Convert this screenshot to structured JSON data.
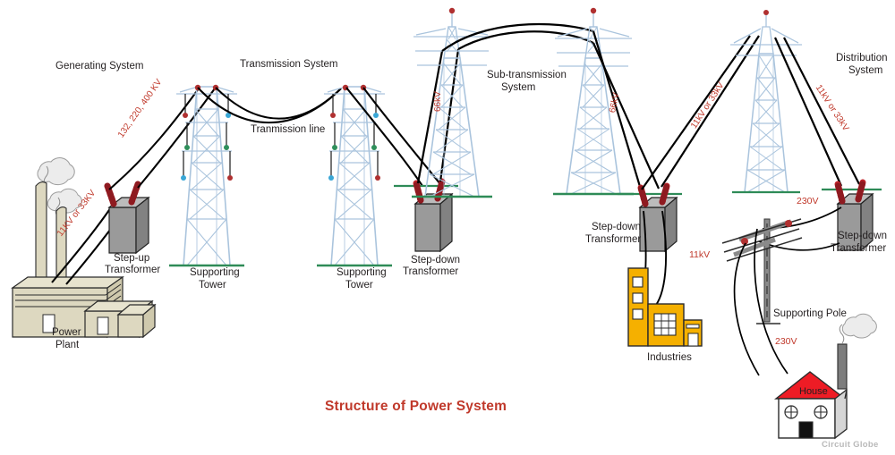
{
  "title": "Structure of Power System",
  "watermark": "Circuit Globe",
  "sections": {
    "generating": "Generating System",
    "transmission": "Transmission System",
    "subtransmission": "Sub-transmission\nSystem",
    "distribution": "Distribution\nSystem"
  },
  "section_labels": {
    "generating": "Generating System",
    "transmission": "Transmission System",
    "subtransmission_l1": "Sub-transmission",
    "subtransmission_l2": "System",
    "distribution_l1": "Distribution",
    "distribution_l2": "System"
  },
  "components": {
    "power_plant_l1": "Power",
    "power_plant_l2": "Plant",
    "stepup_l1": "Step-up",
    "stepup_l2": "Transformer",
    "tower1_l1": "Supporting",
    "tower1_l2": "Tower",
    "tower2_l1": "Supporting",
    "tower2_l2": "Tower",
    "stepdown1_l1": "Step-down",
    "stepdown1_l2": "Transformer",
    "stepdown2_l1": "Step-down",
    "stepdown2_l2": "Transformer",
    "stepdown3_l1": "Step-down",
    "stepdown3_l2": "Transformer",
    "transmission_line": "Tranmission line",
    "industries": "Industries",
    "supporting_pole": "Supporting Pole",
    "house": "House"
  },
  "voltages": {
    "generation": "11KV or 33KV",
    "transmission": "132, 220, 400 KV",
    "subtransmission_left": "66kV",
    "subtransmission_right": "66kV",
    "distribution_left": "11kV or 33kV",
    "distribution_right": "11kV or 33kV",
    "industry": "11kV",
    "secondary_upper": "230V",
    "secondary_lower": "230V"
  },
  "colors": {
    "title": "#c0392b",
    "voltage_label": "#c0392b",
    "tower": "#aac4dd",
    "ground": "#2e8b57",
    "transformer": "#9a9a9a",
    "insulator": "#c0252b",
    "building": "#ddd8c0",
    "industry": "#f5b000",
    "roof": "#ee1c25",
    "conductor": "#000000",
    "watermark": "#b9b9b9"
  },
  "icon_names": {
    "power_plant": "power-plant-icon",
    "smoke": "smoke-cloud-icon",
    "transformer": "transformer-box-icon",
    "insulator": "insulator-bushing-icon",
    "lattice_tower": "lattice-transmission-tower-icon",
    "utility_pole": "utility-pole-icon",
    "factory": "factory-icon",
    "house": "house-icon"
  }
}
